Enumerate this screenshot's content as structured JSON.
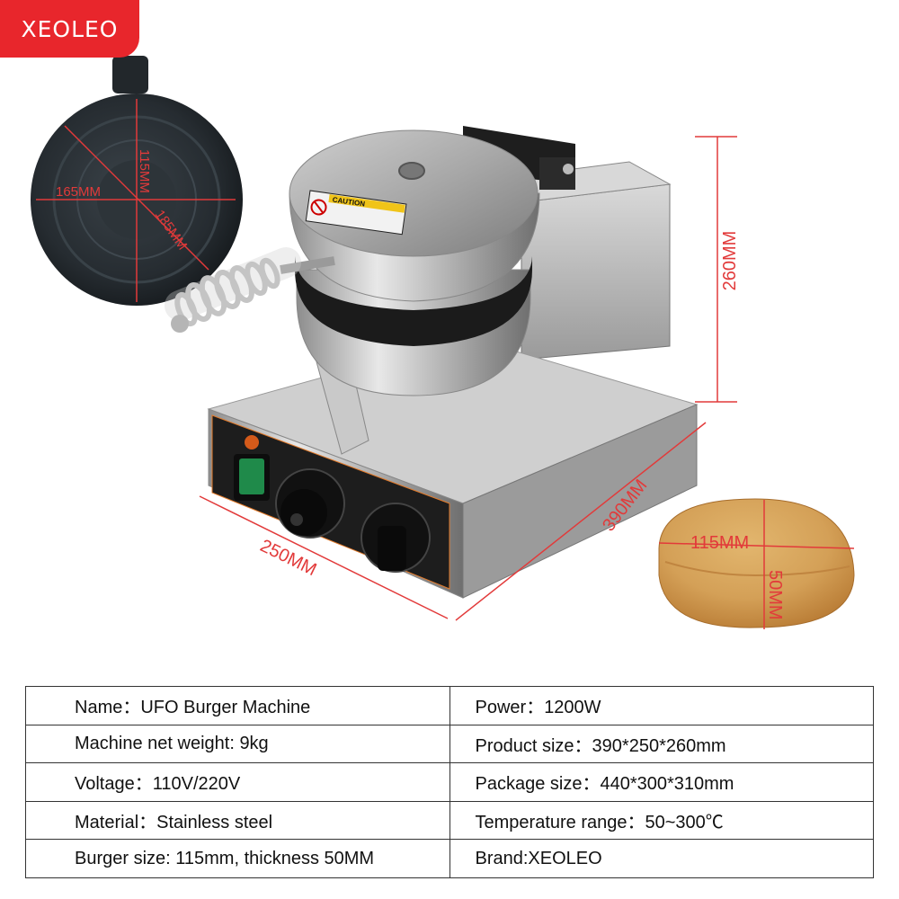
{
  "brand": {
    "logo_text": "XEOLEO"
  },
  "dimensions": {
    "height": "260MM",
    "depth": "390MM",
    "width": "250MM",
    "plate_height": "115MM",
    "plate_width": "165MM",
    "plate_diagonal": "185MM",
    "burger_diameter": "115MM",
    "burger_thickness": "50MM"
  },
  "caution_label": "CAUTION",
  "colors": {
    "accent": "#e8262c",
    "dimension": "#e23a3a"
  },
  "specs": {
    "rows": [
      [
        "Name：UFO Burger Machine",
        "Power：1200W"
      ],
      [
        "Machine net weight: 9kg",
        "Product size：390*250*260mm"
      ],
      [
        "Voltage：110V/220V",
        "Package size：440*300*310mm"
      ],
      [
        "Material：Stainless steel",
        "Temperature range：50~300℃"
      ],
      [
        "Burger size: 115mm, thickness 50MM",
        "Brand:XEOLEO"
      ]
    ]
  }
}
